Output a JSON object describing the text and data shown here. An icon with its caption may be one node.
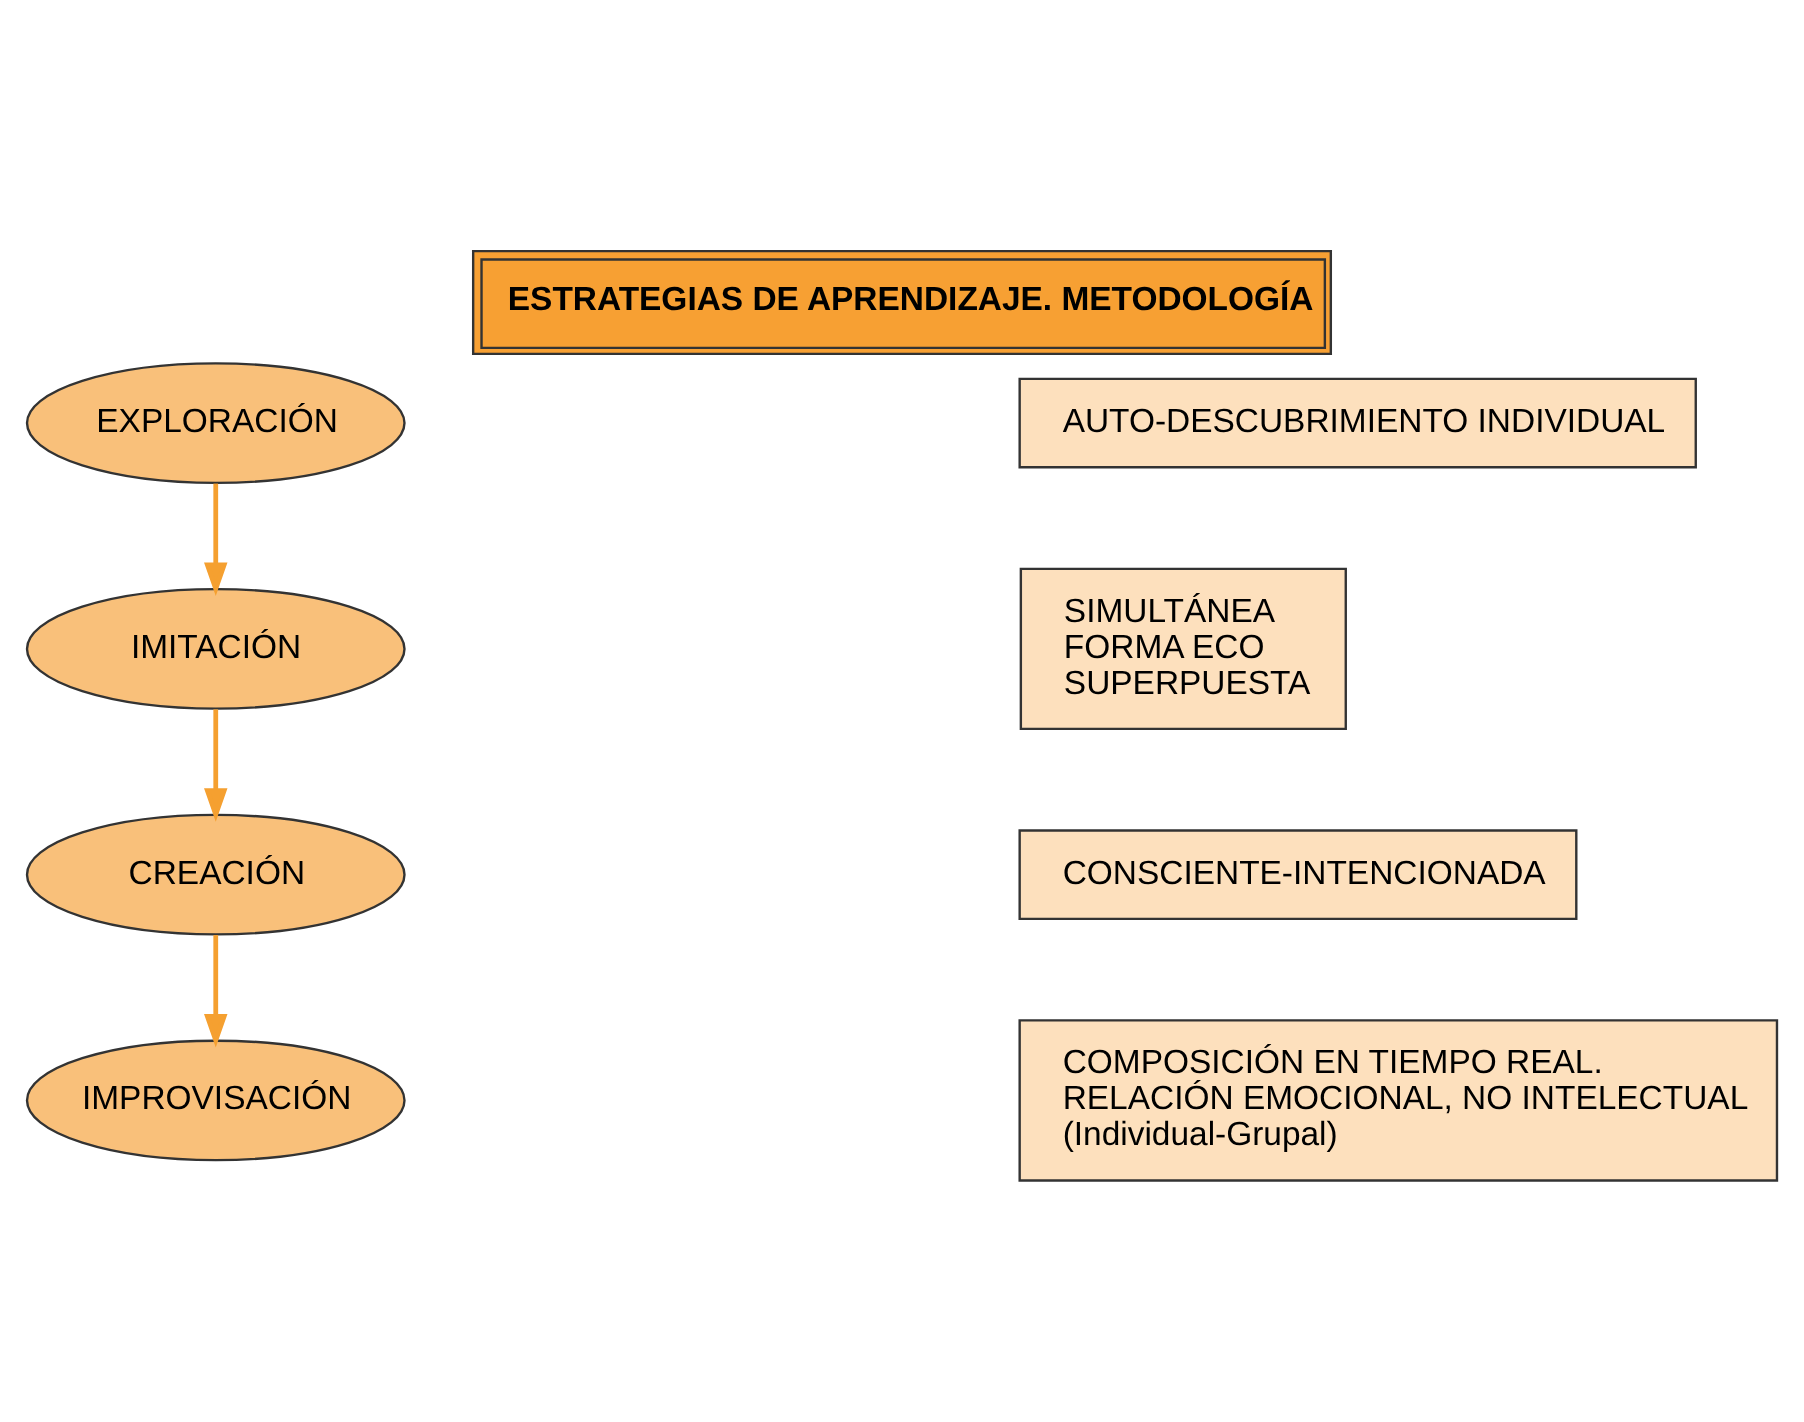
{
  "diagram": {
    "title": "ESTRATEGIAS DE APRENDIZAJE. METODOLOGÍA",
    "nodes": [
      {
        "text": [
          "EXPLORACIÓN"
        ]
      },
      {
        "text": [
          "AUTO-DESCUBRIMIENTO INDIVIDUAL"
        ]
      },
      {
        "text": [
          "IMITACIÓN"
        ]
      },
      {
        "text": [
          "SIMULTÁNEA",
          "FORMA ECO",
          "SUPERPUESTA"
        ]
      },
      {
        "text": [
          "CREACIÓN"
        ]
      },
      {
        "text": [
          "CONSCIENTE-INTENCIONADA"
        ]
      },
      {
        "text": [
          "IMPROVISACIÓN"
        ]
      },
      {
        "text": [
          "COMPOSICIÓN EN TIEMPO REAL.",
          "RELACIÓN EMOCIONAL, NO INTELECTUAL",
          "(Individual-Grupal)"
        ]
      }
    ],
    "edges": [
      {
        "from": 0,
        "to": 2,
        "arrow": "to"
      },
      {
        "from": 2,
        "to": 4,
        "arrow": "to"
      },
      {
        "from": 4,
        "to": 6,
        "arrow": "to"
      }
    ]
  }
}
